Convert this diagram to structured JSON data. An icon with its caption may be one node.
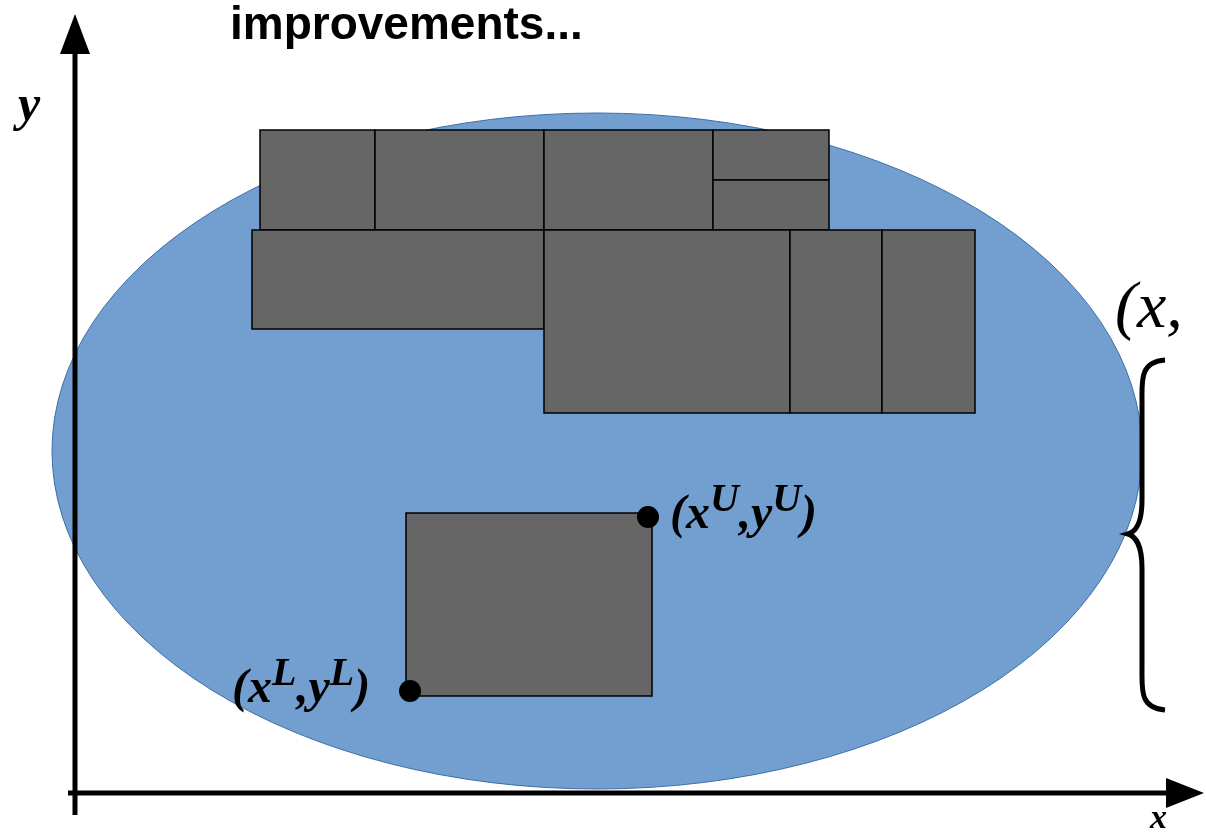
{
  "diagram": {
    "title": "improvements...",
    "labels": [
      "y",
      "(x,",
      "(x$^{U}$,y$^{U}$)",
      "(x$^{L}$,y$^{L}$)",
      "x"
    ]
  }
}
